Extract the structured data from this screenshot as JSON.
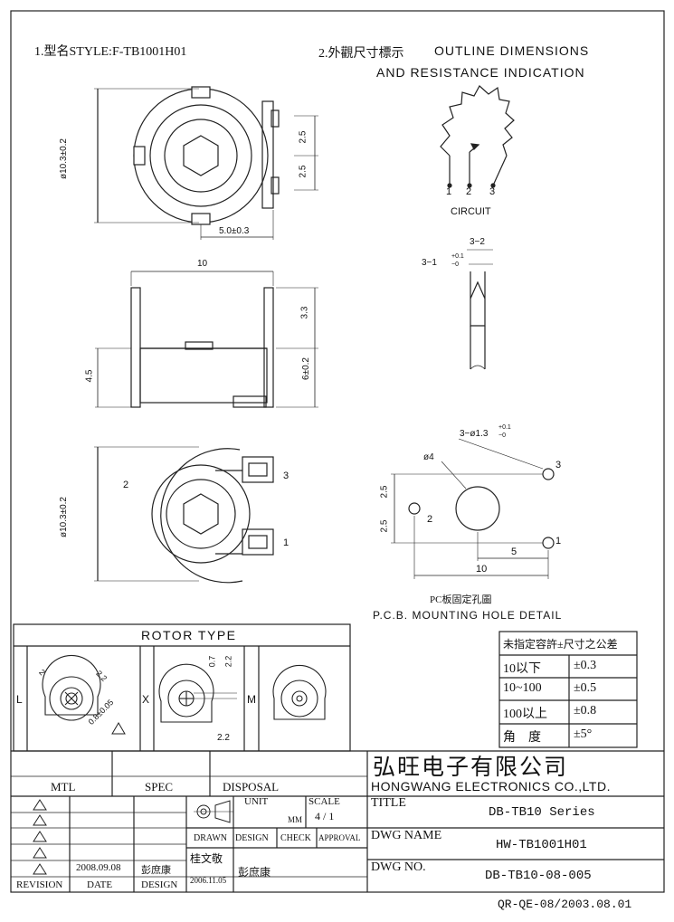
{
  "header": {
    "style_label": "1.型名STYLE:F-TB1001H01",
    "outline_cn": "2.外觀尺寸標示",
    "outline_en1": "OUTLINE DIMENSIONS",
    "outline_en2": "AND RESISTANCE INDICATION"
  },
  "top_view": {
    "dia": "ø10.3±0.2",
    "dim_25a": "2.5",
    "dim_25b": "2.5",
    "dim_50": "5.0±0.3"
  },
  "circuit": {
    "pin1": "1",
    "pin2": "2",
    "pin3": "3",
    "label": "CIRCUIT"
  },
  "side_view": {
    "dim_10": "10",
    "dim_33": "3.3",
    "dim_45": "4.5",
    "dim_6": "6±0.2"
  },
  "pin_detail": {
    "dim_32": "3−2",
    "dim_31": "3−1",
    "tol_plus": "+0.1",
    "tol_minus": "−0"
  },
  "bottom_view": {
    "dia": "ø10.3±0.2",
    "pin1": "1",
    "pin2": "2",
    "pin3": "3"
  },
  "pcb": {
    "hole_label": "3−ø1.3",
    "tol_plus": "+0.1",
    "tol_minus": "−0",
    "dia4": "ø4",
    "pin2": "2",
    "pin3": "3",
    "pin1": "1",
    "dim_25a": "2.5",
    "dim_25b": "2.5",
    "dim_5": "5",
    "dim_10": "10",
    "title_cn": "PC板固定孔圖",
    "title_en": "P.C.B. MOUNTING HOLE DETAIL"
  },
  "rotor": {
    "title": "ROTOR TYPE",
    "l": "L",
    "x": "X",
    "m": "M",
    "d2": "2",
    "d22": "2.2",
    "d08": "0.8±0.05",
    "d07": "0.7",
    "d22b": "2.2",
    "d22c": "2.2"
  },
  "tolerance": {
    "header": "未指定容許±尺寸之公差",
    "rows": [
      {
        "range": "10以下",
        "tol": "±0.3"
      },
      {
        "range": "10~100",
        "tol": "±0.5"
      },
      {
        "range": "100以上",
        "tol": "±0.8"
      },
      {
        "range": "角　度",
        "tol": "±5°"
      }
    ]
  },
  "titleblock": {
    "company_cn": "弘旺电子有限公司",
    "company_en": "HONGWANG ELECTRONICS CO.,LTD.",
    "mtl": "MTL",
    "spec": "SPEC",
    "disposal": "DISPOSAL",
    "unit": "UNIT",
    "mm": "MM",
    "scale": "SCALE",
    "scale_val": "4 / 1",
    "title_label": "TITLE",
    "title_val": "DB-TB10 Series",
    "drawn": "DRAWN",
    "design": "DESIGN",
    "check": "CHECK",
    "approval": "APPROVAL",
    "dwg_name_label": "DWG NAME",
    "dwg_name_val": "HW-TB1001H01",
    "drawn_name": "桂文敬",
    "drawn_date": "2006.11.05",
    "design_name": "彭庶康",
    "dwg_no_label": "DWG NO.",
    "dwg_no_val": "DB-TB10-08-005",
    "rev_date": "2008.09.08",
    "rev_design": "彭庶康",
    "revision": "REVISION",
    "date": "DATE",
    "design2": "DESIGN"
  },
  "footer": "QR-QE-08/2003.08.01"
}
